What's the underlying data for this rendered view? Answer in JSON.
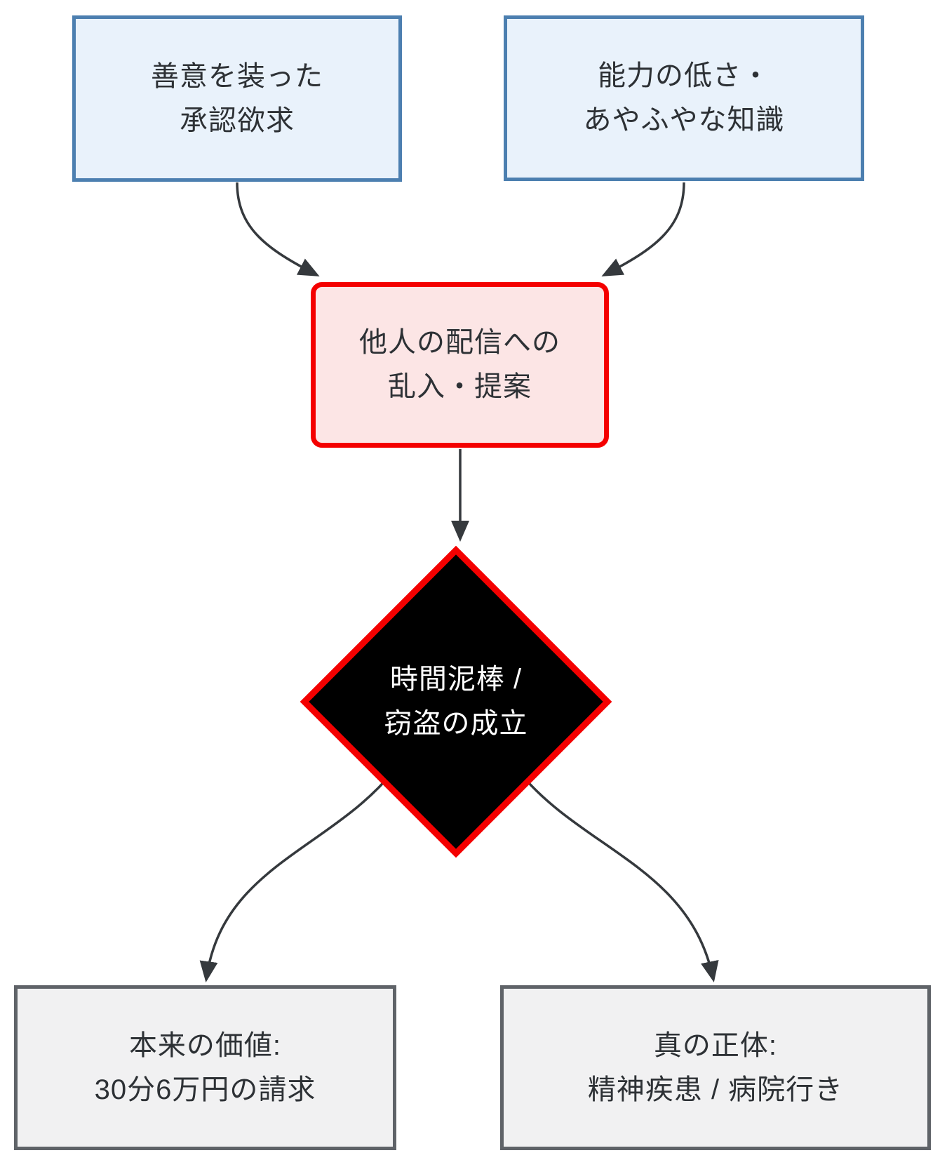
{
  "diagram": {
    "type": "flowchart",
    "direction": "top-down",
    "nodes": {
      "motive": {
        "line1": "善意を装った",
        "line2": "承認欲求",
        "shape": "rectangle",
        "fill": "#e9f2fb",
        "border": "#4c7fb0"
      },
      "ability": {
        "line1": "能力の低さ・",
        "line2": "あやふやな知識",
        "shape": "rectangle",
        "fill": "#e9f2fb",
        "border": "#4c7fb0"
      },
      "intrusion": {
        "line1": "他人の配信への",
        "line2": "乱入・提案",
        "shape": "rounded-rectangle",
        "fill": "#fce5e5",
        "border": "#f40000"
      },
      "theft": {
        "line1": "時間泥棒 /",
        "line2": "窃盗の成立",
        "shape": "diamond",
        "fill": "#000000",
        "border": "#f40000",
        "text_color": "#ffffff"
      },
      "value": {
        "line1": "本来の価値:",
        "line2": "30分6万円の請求",
        "shape": "rectangle",
        "fill": "#f1f1f2",
        "border": "#5f6368"
      },
      "identity": {
        "line1": "真の正体:",
        "line2": "精神疾患 / 病院行き",
        "shape": "rectangle",
        "fill": "#f1f1f2",
        "border": "#5f6368"
      }
    },
    "edges": [
      {
        "from": "motive",
        "to": "intrusion"
      },
      {
        "from": "ability",
        "to": "intrusion"
      },
      {
        "from": "intrusion",
        "to": "theft"
      },
      {
        "from": "theft",
        "to": "value"
      },
      {
        "from": "theft",
        "to": "identity"
      }
    ],
    "colors": {
      "arrow": "#35393d",
      "text": "#2d3135",
      "background": "#ffffff"
    }
  }
}
